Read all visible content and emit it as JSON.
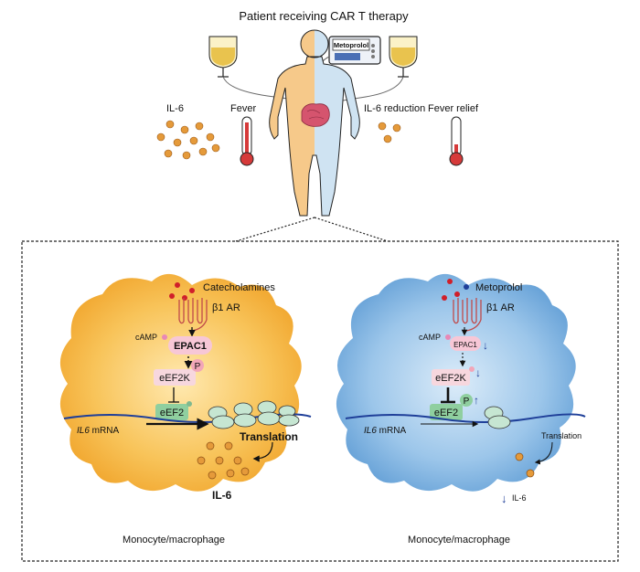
{
  "title": "Patient receiving CAR T therapy",
  "top": {
    "drug_label": "Metoprolol",
    "left_labels": {
      "il6": "IL-6",
      "fever": "Fever"
    },
    "right_labels": {
      "il6_reduction": "IL-6 reduction",
      "fever_relief": "Fever relief"
    }
  },
  "left_cell": {
    "ligand": "Catecholamines",
    "receptor": "β1 AR",
    "camp": "cAMP",
    "epac": "EPAC1",
    "kinase": "eEF2K",
    "phospho": "P",
    "eef2": "eEF2",
    "mrna_gene": "IL6",
    "mrna_suffix": " mRNA",
    "translation": "Translation",
    "product": "IL-6",
    "caption": "Monocyte/macrophage"
  },
  "right_cell": {
    "ligand": "Metoprolol",
    "receptor": "β1 AR",
    "camp": "cAMP",
    "epac": "EPAC1",
    "kinase": "eEF2K",
    "phospho": "P",
    "eef2": "eEF2",
    "mrna_gene": "IL6",
    "mrna_suffix": " mRNA",
    "translation": "Translation",
    "product": "IL-6",
    "caption": "Monocyte/macrophage",
    "down_arrow": "↓",
    "up_arrow": "↑"
  },
  "colors": {
    "orange_cell": "#f4b63c",
    "blue_cell": "#6aa6dc",
    "body_left": "#f6c98a",
    "body_right": "#cfe3f2",
    "il6_dot": "#e59a3a",
    "arrow_blue": "#1f3f99",
    "ribosome": "#b7dcc5"
  }
}
